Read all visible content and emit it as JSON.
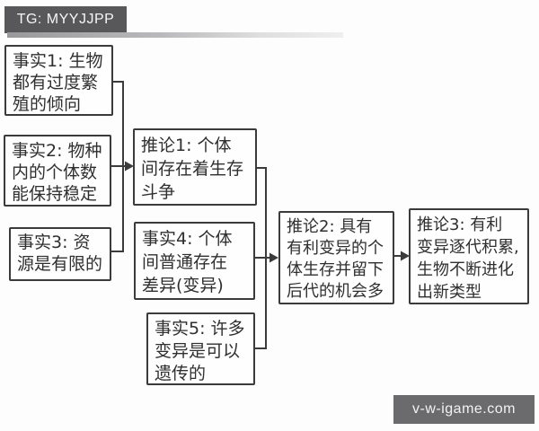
{
  "header": {
    "badge_text": "TG: MYYJJPP"
  },
  "watermark": {
    "text": "v-w-igame.com"
  },
  "colors": {
    "badge_bg": "#58585a",
    "watermark_bg": "#6b6b6d",
    "box_border": "#3b3b3b",
    "connector_line": "#3b3b3b",
    "text": "#2f2f2f",
    "background": "#fdfdfd"
  },
  "diagram": {
    "facts": [
      {
        "id": "fact1",
        "label": "事实1: 生物\n都有过度繁\n殖的倾向"
      },
      {
        "id": "fact2",
        "label": "事实2: 物种\n内的个体数\n能保持稳定"
      },
      {
        "id": "fact3",
        "label": "事实3: 资\n源是有限的"
      },
      {
        "id": "fact4",
        "label": "事实4: 个体\n间普通存在\n差异(变异)"
      },
      {
        "id": "fact5",
        "label": "事实5: 许多\n变异是可以\n遗传的"
      }
    ],
    "inferences": [
      {
        "id": "inference1",
        "label": "推论1: 个体\n间存在着生存\n斗争"
      },
      {
        "id": "inference2",
        "label": "推论2: 具有\n有利变异的个\n体生存并留下\n后代的机会多"
      },
      {
        "id": "inference3",
        "label": "推论3: 有利\n变异逐代积累,\n生物不断进化\n出新类型"
      }
    ]
  }
}
